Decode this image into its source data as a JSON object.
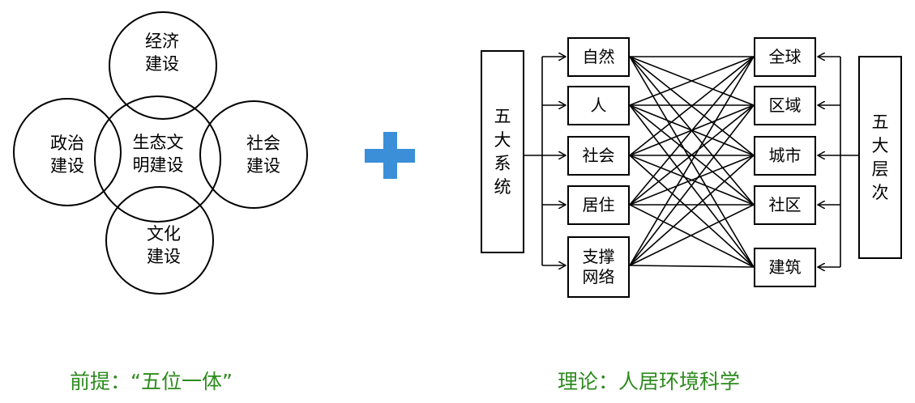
{
  "left_diagram": {
    "top": "经济\n建设",
    "left": "政治\n建设",
    "center": "生态文\n明建设",
    "right": "社会\n建设",
    "bottom": "文化\n建设",
    "caption": "前提：“五位一体”"
  },
  "plus_color": "#3a8fd8",
  "right_diagram": {
    "left_group": "五大系统",
    "right_group": "五大层次",
    "systems": [
      "自然",
      "人",
      "社会",
      "居住",
      "支撑\n网络"
    ],
    "levels": [
      "全球",
      "区域",
      "城市",
      "社区",
      "建筑"
    ],
    "caption": "理论：人居环境科学"
  },
  "caption_color": "#2e8b1f"
}
